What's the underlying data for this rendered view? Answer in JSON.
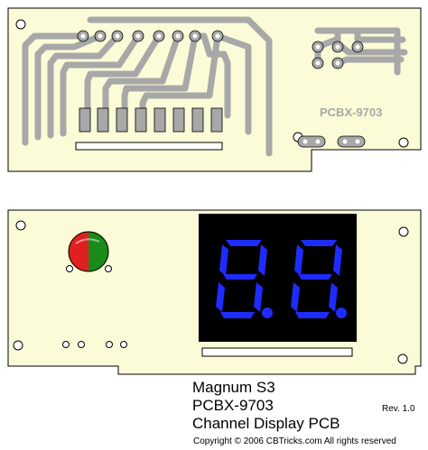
{
  "board_top": {
    "label": "PCBX-9703",
    "copper_color": "#a8a8a8",
    "board_color": "#fbfbd7"
  },
  "board_bottom": {
    "led_red": "#e02020",
    "led_green": "#1a8a1a",
    "display_bg": "#000000",
    "segment_color": "#1f2cff"
  },
  "caption": {
    "line1": "Magnum S3",
    "line2": "PCBX-9703",
    "line3": "Channel Display PCB",
    "revision": "Rev. 1.0",
    "copyright": "Copyright © 2006 CBTricks.com  All rights reserved"
  }
}
